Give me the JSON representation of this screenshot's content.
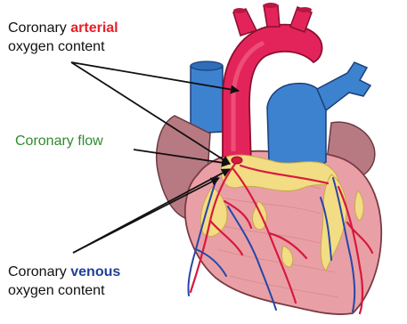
{
  "labels": {
    "arterial": {
      "prefix": "Coronary ",
      "keyword": "arterial",
      "line2": "oxygen content"
    },
    "flow": {
      "text": "Coronary flow"
    },
    "venous": {
      "prefix": "Coronary ",
      "keyword": "venous",
      "line2": "oxygen content"
    }
  },
  "colors": {
    "arterial_keyword": "#e8202a",
    "venous_keyword": "#1f3f99",
    "flow_text": "#2e8b2e",
    "arrow": "#111111",
    "aorta": "#e3245a",
    "vein_blue": "#3d82cf",
    "heart_muscle": "#e8a0a6",
    "atrium": "#b87a82",
    "fat": "#f2dc84",
    "artery": "#d8183c",
    "vein_vessel": "#2646a8"
  }
}
